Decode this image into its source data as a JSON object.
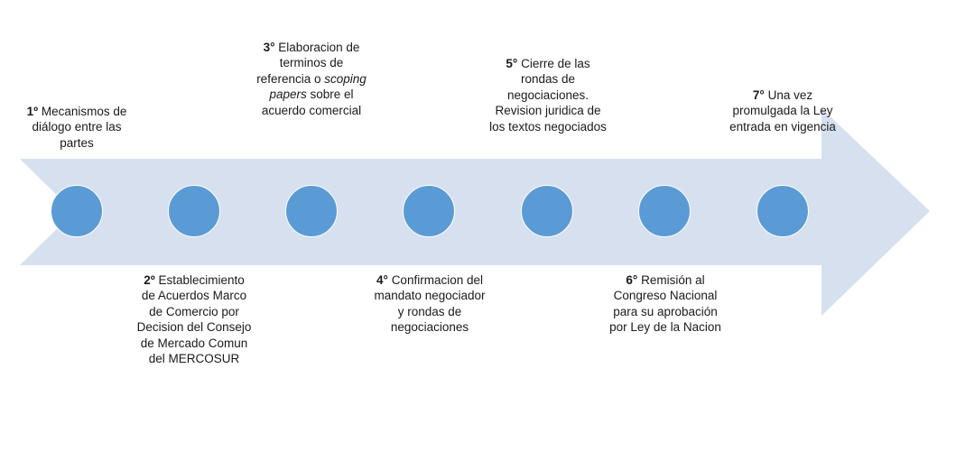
{
  "colors": {
    "arrow_fill": "#d6e0ef",
    "node_fill": "#5b9bd5",
    "text": "#1a1a1a"
  },
  "steps": [
    {
      "num": "1º",
      "text": "Mecanismos de diálogo entre las partes"
    },
    {
      "num": "2º",
      "text": "Establecimiento de  Acuerdos Marco de Comercio por Decision del Consejo de Mercado Comun del MERCOSUR"
    },
    {
      "num": "3°",
      "text_before": "Elaboracion de terminos de referencia o",
      "text_italic": "scoping papers",
      "text_after": "sobre el acuerdo comercial"
    },
    {
      "num": "4°",
      "text": "Confirmacion del mandato negociador y rondas de negociaciones"
    },
    {
      "num": "5°",
      "text": "Cierre de las rondas de negociaciones. Revision juridica de los textos negociados"
    },
    {
      "num": "6°",
      "text": "Remisión al Congreso Nacional para su aprobación por Ley de la Nacion"
    },
    {
      "num": "7°",
      "text": "Una vez promulgada la Ley entrada en vigencia"
    }
  ]
}
